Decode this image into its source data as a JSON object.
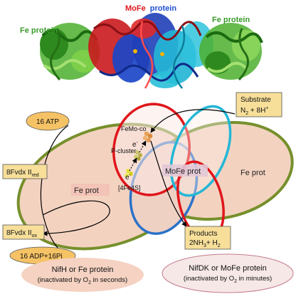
{
  "structure": {
    "fe_protein_left_label": "Fe protein",
    "mofe_label_mofe": "MoFe",
    "mofe_label_protein": "protein",
    "fe_protein_right_label": "Fe protein",
    "colors": {
      "fe_green": "#3a9a2a",
      "mofe_red": "#e0161b",
      "mofe_blue": "#1e4fd0",
      "mofe_cyan": "#23b6d6"
    }
  },
  "schematic": {
    "substrate_line1": "Substrate",
    "substrate_line2_main": "N",
    "substrate_line2_sub": "2",
    "substrate_line2_rest": " + 8H",
    "substrate_line2_sup": "+",
    "atp": "16 ATP",
    "fdx_red_main": "8Fvdx II",
    "fdx_red_sub": "red",
    "fdx_ox_main": "8Fvdx II",
    "fdx_ox_sub": "ox",
    "adp": "16 ADP+16Pi",
    "fe_prot_left": "Fe prot",
    "fe_prot_right": "Fe prot",
    "mofe_prot": "MoFe prot",
    "femoco": "FeMo-co",
    "pcluster": "P-cluster",
    "fe4s4": "[4Fe4S]",
    "electron": "e",
    "electron_sup": "-",
    "products_line1": "Products",
    "products_a_main": "2NH",
    "products_a_sub": "3",
    "products_b_main": "+ H",
    "products_b_sub": "2"
  },
  "legend": {
    "nifh_title": "NifH or Fe protein",
    "nifh_note_pre": "(inactivated by O",
    "nifh_note_sub": "2",
    "nifh_note_post": " in seconds)",
    "nifdk_title": "NifDK or MoFe protein",
    "nifdk_note_pre": "(inactivated by O",
    "nifdk_note_sub": "2",
    "nifdk_note_post": " in minutes)"
  }
}
